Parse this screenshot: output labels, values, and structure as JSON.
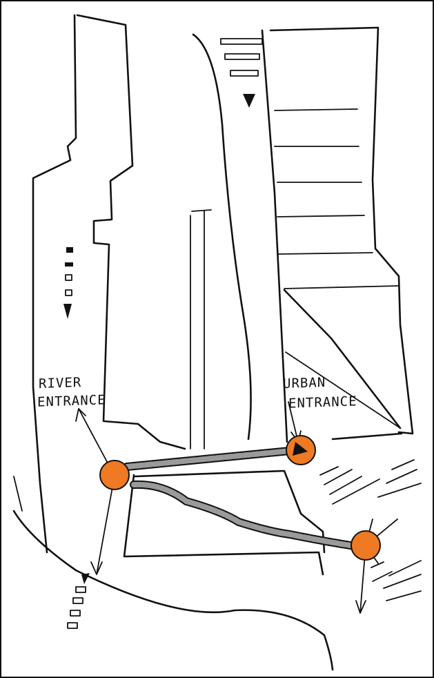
{
  "labels": {
    "river_line1": "RIVER",
    "river_line2": "ENTRANCE",
    "urban_line1": "URBAN",
    "urban_line2": "ENTRANCE"
  },
  "colors": {
    "entrance_marker": "#ef7a23",
    "path_fill": "#9a9a9a",
    "ink": "#111111"
  },
  "icons": [
    "river-entrance-marker",
    "urban-entrance-marker",
    "street-entrance-marker",
    "direction-arrow-icon",
    "traffic-direction-triangle-icon"
  ]
}
